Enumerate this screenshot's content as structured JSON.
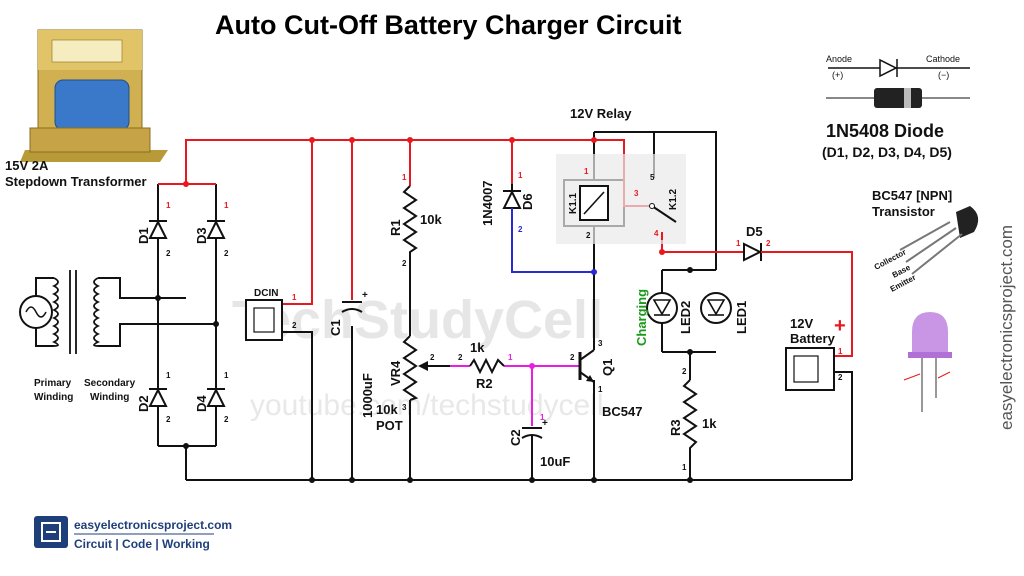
{
  "title": "Auto Cut-Off Battery Charger Circuit",
  "transformer": {
    "rating": "15V  2A",
    "desc": "Stepdown Transformer",
    "primary_label": [
      "Primary",
      "Winding"
    ],
    "secondary_label": [
      "Secondary",
      "Winding"
    ]
  },
  "diodes": {
    "d1": "D1",
    "d2": "D2",
    "d3": "D3",
    "d4": "D4",
    "d5": "D5",
    "d6": "D6",
    "d6_part": "1N4007"
  },
  "dcin": "DCIN",
  "c1": {
    "name": "C1",
    "value": "1000uF"
  },
  "r1": {
    "name": "R1",
    "value": "10k"
  },
  "vr4": {
    "name": "VR4",
    "value": "10k",
    "type": "POT"
  },
  "r2": {
    "name": "R2",
    "value": "1k"
  },
  "c2": {
    "name": "C2",
    "value": "10uF"
  },
  "q1": {
    "name": "Q1",
    "part": "BC547"
  },
  "relay": {
    "title": "12V Relay",
    "k11": "K1.1",
    "k12": "K1.2"
  },
  "led1": "LED1",
  "led2": "LED2",
  "charging": "Charging",
  "r3": {
    "name": "R3",
    "value": "1k"
  },
  "battery": {
    "label": [
      "12V",
      "Battery"
    ],
    "plus": "+"
  },
  "diode_info": {
    "anode": "Anode",
    "anode_sign": "(+)",
    "cathode": "Cathode",
    "cathode_sign": "(−)",
    "title": "1N5408 Diode",
    "subtitle": "(D1, D2, D3, D4, D5)"
  },
  "transistor_info": {
    "title": [
      "BC547 [NPN]",
      "Transistor"
    ],
    "pins": [
      "Collector",
      "Base",
      "Emitter"
    ]
  },
  "watermark": {
    "brand": "TechStudyCell",
    "url": "youtube.com/techstudycell"
  },
  "side_text": "easyelectronicsproject.com",
  "footer": {
    "site": "easyelectronicsproject.com",
    "tagline": "Circuit | Code | Working"
  },
  "pins": {
    "one": "1",
    "two": "2",
    "three": "3",
    "four": "4",
    "five": "5"
  },
  "colors": {
    "red": "#e8191e",
    "blue": "#2a2ad0",
    "magenta": "#e81ee0",
    "wire": "#111111",
    "green": "#1a9a1a",
    "transformer_blue": "#3a78c9"
  }
}
